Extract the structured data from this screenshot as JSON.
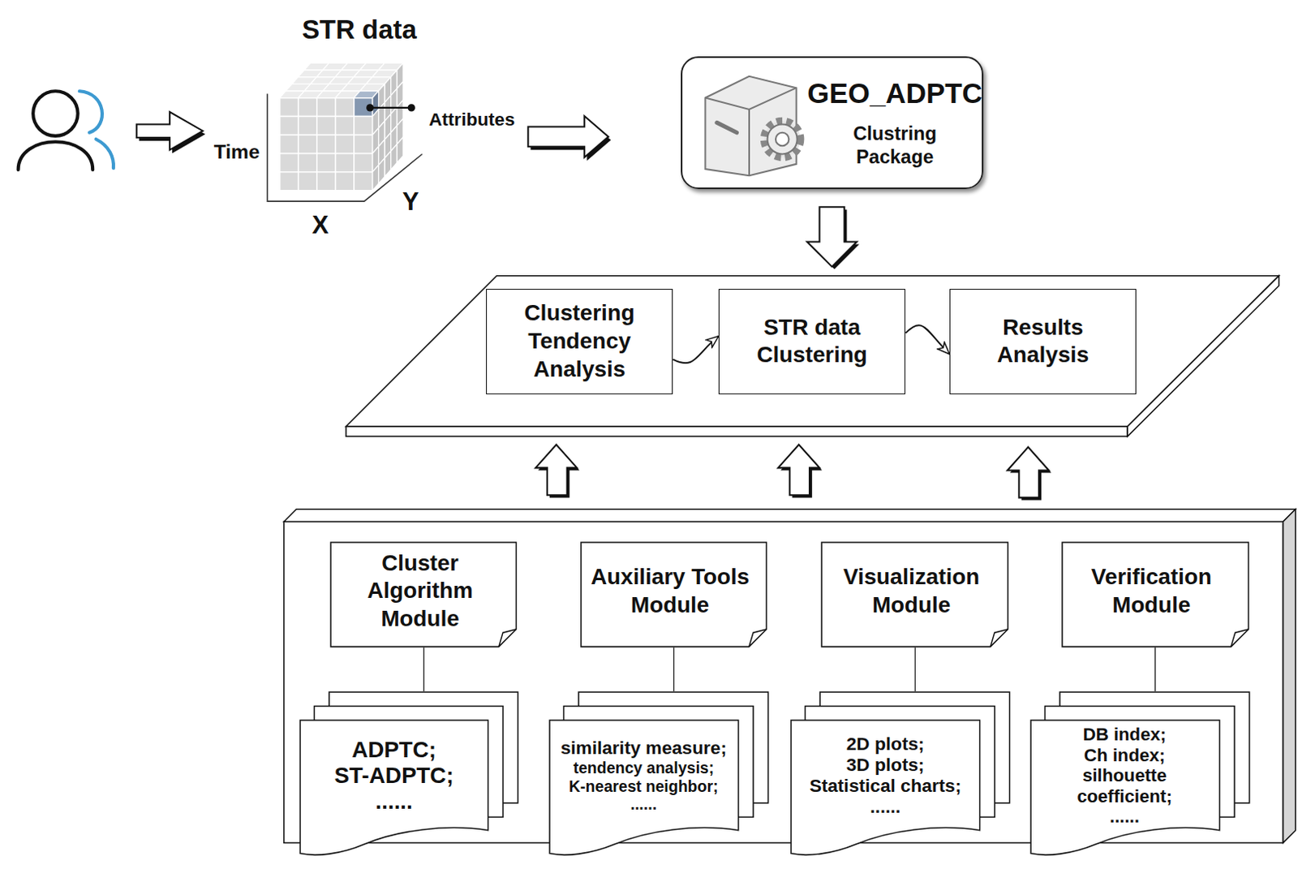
{
  "diagram": {
    "nodes": [
      {
        "text": [
          "GEO_ADPTC",
          "Clustring Package"
        ]
      },
      {
        "text": [
          "Clustering Tendency Analysis"
        ]
      },
      {
        "text": [
          "STR data Clustering"
        ]
      },
      {
        "text": [
          "Results Analysis"
        ]
      },
      {
        "text": [
          "Cluster Algorithm Module"
        ]
      },
      {
        "text": [
          "ADPTC;",
          "ST-ADPTC;",
          "......"
        ]
      },
      {
        "text": [
          "Auxiliary Tools Module"
        ]
      },
      {
        "text": [
          "similarity measure;",
          "tendency analysis;",
          "K-nearest neighbor;",
          "......"
        ]
      },
      {
        "text": [
          "Visualization Module"
        ]
      },
      {
        "text": [
          "2D plots;",
          "3D plots;",
          "Statistical charts;",
          "......"
        ]
      },
      {
        "text": [
          "Verification Module"
        ]
      },
      {
        "text": [
          "DB index;",
          "Ch index;",
          "silhouette coefficient;",
          "......"
        ]
      }
    ],
    "edges": [
      {
        "from": 1,
        "to": 2,
        "arrow": "to"
      },
      {
        "from": 2,
        "to": 3,
        "arrow": "to"
      },
      {
        "from": 4,
        "to": 5,
        "arrow": "none"
      },
      {
        "from": 6,
        "to": 7,
        "arrow": "none"
      },
      {
        "from": 8,
        "to": 9,
        "arrow": "none"
      },
      {
        "from": 10,
        "to": 11,
        "arrow": "none"
      }
    ],
    "labels": [
      "STR data",
      "Time",
      "X",
      "Y",
      "Attributes"
    ]
  }
}
